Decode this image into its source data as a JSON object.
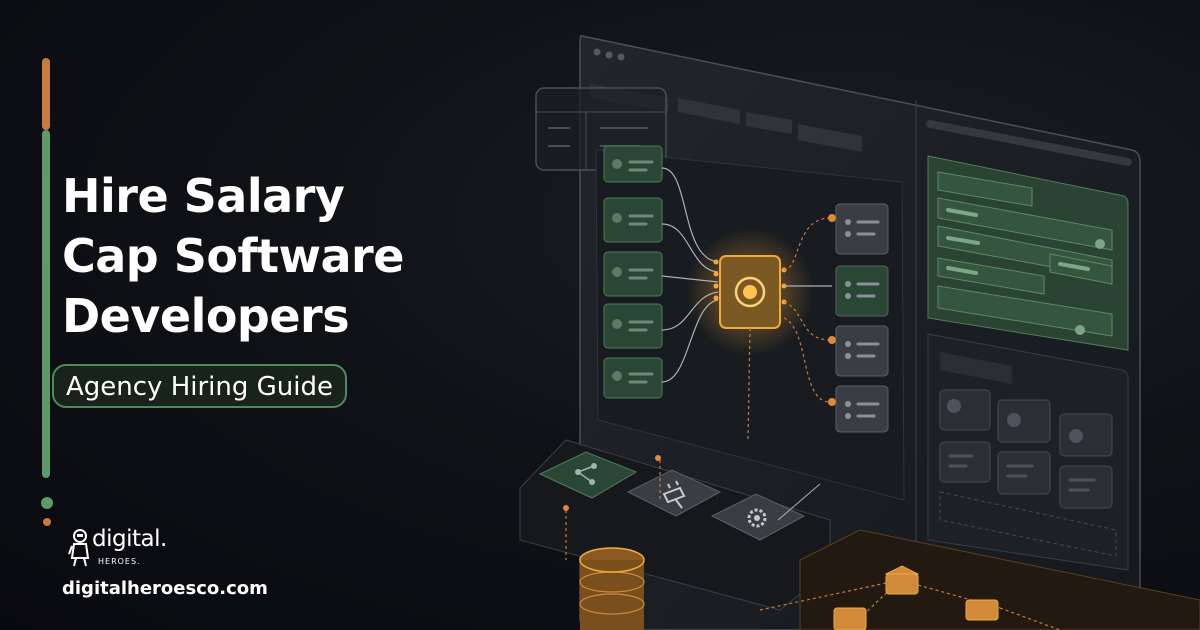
{
  "headline": {
    "line1": "Hire Salary",
    "line2": "Cap Software",
    "line3": "Developers"
  },
  "tag": {
    "label": "Agency Hiring Guide"
  },
  "brand": {
    "name": "digital.",
    "sub": "HEROES.",
    "url": "digitalheroesco.com"
  },
  "colors": {
    "accent_orange": "#c97a3d",
    "accent_green": "#5c9a68",
    "background": "#0b0c12",
    "chip_glow": "#f2a93b"
  },
  "icons": [
    "share-nodes-icon",
    "plug-icon",
    "gear-icon",
    "database-icon",
    "chip-icon",
    "mascot-icon"
  ]
}
